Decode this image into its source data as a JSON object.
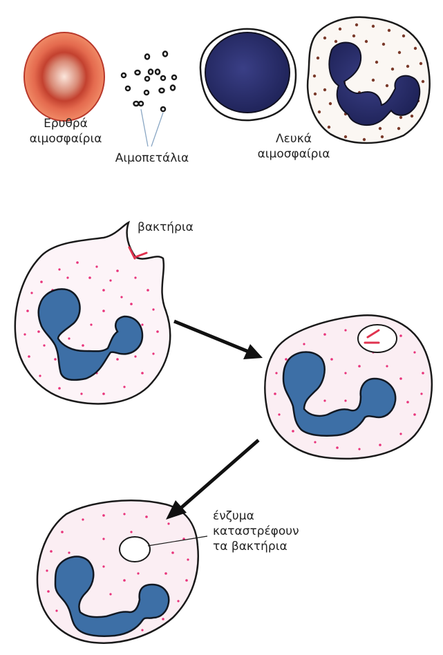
{
  "labels": {
    "red_cells": [
      "Ερυθρά",
      "αιμοσφαίρια"
    ],
    "platelets": "Αιμοπετάλια",
    "white_cells": [
      "Λευκά",
      "αιμοσφαίρια"
    ],
    "bacteria": "βακτήρια",
    "enzymes": [
      "ένζυμα",
      "καταστρέφουν",
      "τα βακτήρια"
    ]
  },
  "colors": {
    "red_cell_outer": "#d9503f",
    "red_cell_center": "#f5d8cc",
    "nucleus_dark": "#2a2f6e",
    "nucleus_blue": "#3d6fa6",
    "cell_fill": "#fbeef3",
    "granule_pink": "#e8327a",
    "granule_brown": "#7a3a2a",
    "bacteria_red": "#e0334f",
    "outline": "#1a1a1a"
  }
}
